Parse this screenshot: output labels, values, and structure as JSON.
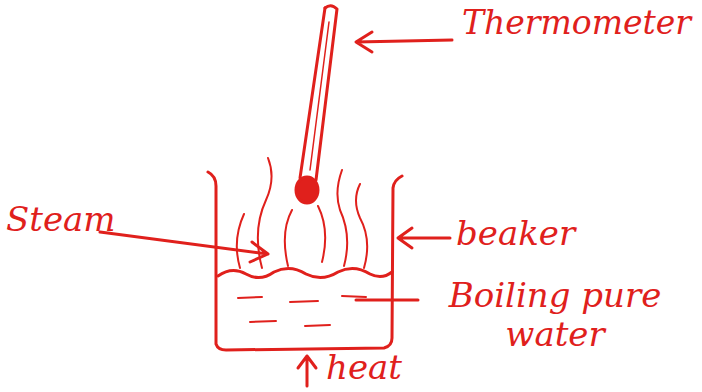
{
  "diagram": {
    "labels": [
      "Thermometer",
      "Steam",
      "beaker",
      "Boiling pure water",
      "heat"
    ]
  }
}
